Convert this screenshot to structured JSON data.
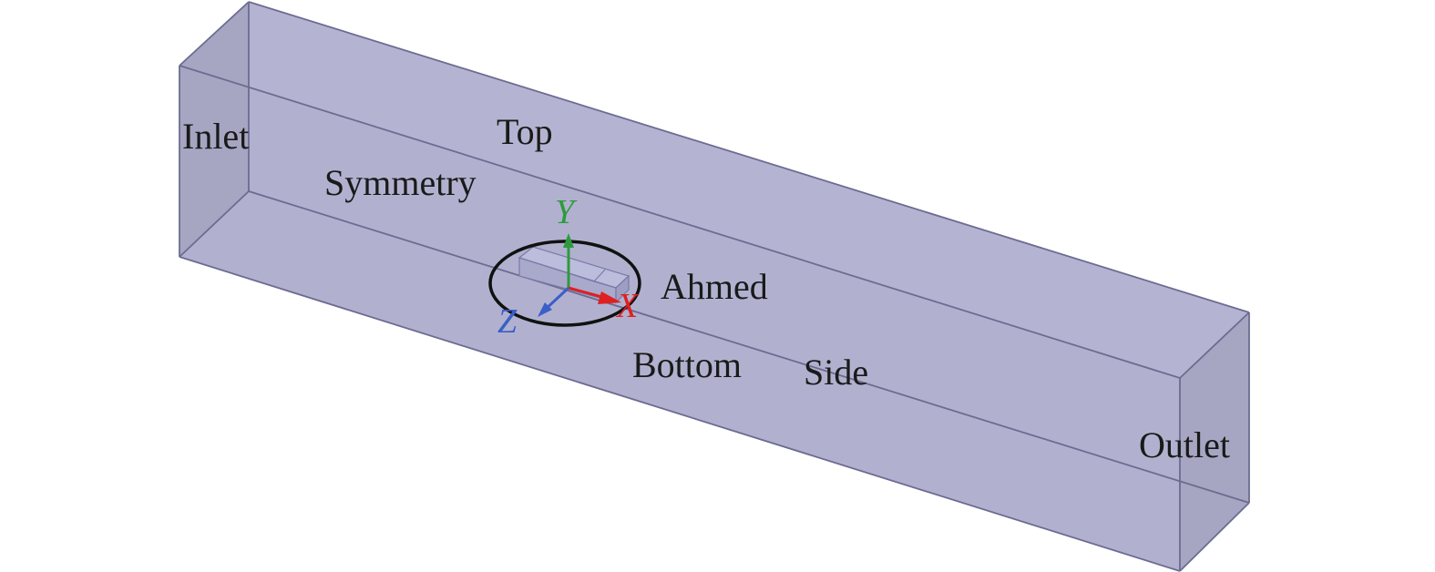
{
  "labels": {
    "inlet": "Inlet",
    "top": "Top",
    "symmetry": "Symmetry",
    "ahmed": "Ahmed",
    "bottom": "Bottom",
    "side": "Side",
    "outlet": "Outlet"
  },
  "axes": {
    "x": "X",
    "y": "Y",
    "z": "Z"
  },
  "colors": {
    "face": "#b2b2d0",
    "end_face": "#a6a6c2",
    "edge": "#6c6c92",
    "x_axis": "#e02020",
    "y_axis": "#2e9a3e",
    "z_axis": "#3a5fc8"
  }
}
